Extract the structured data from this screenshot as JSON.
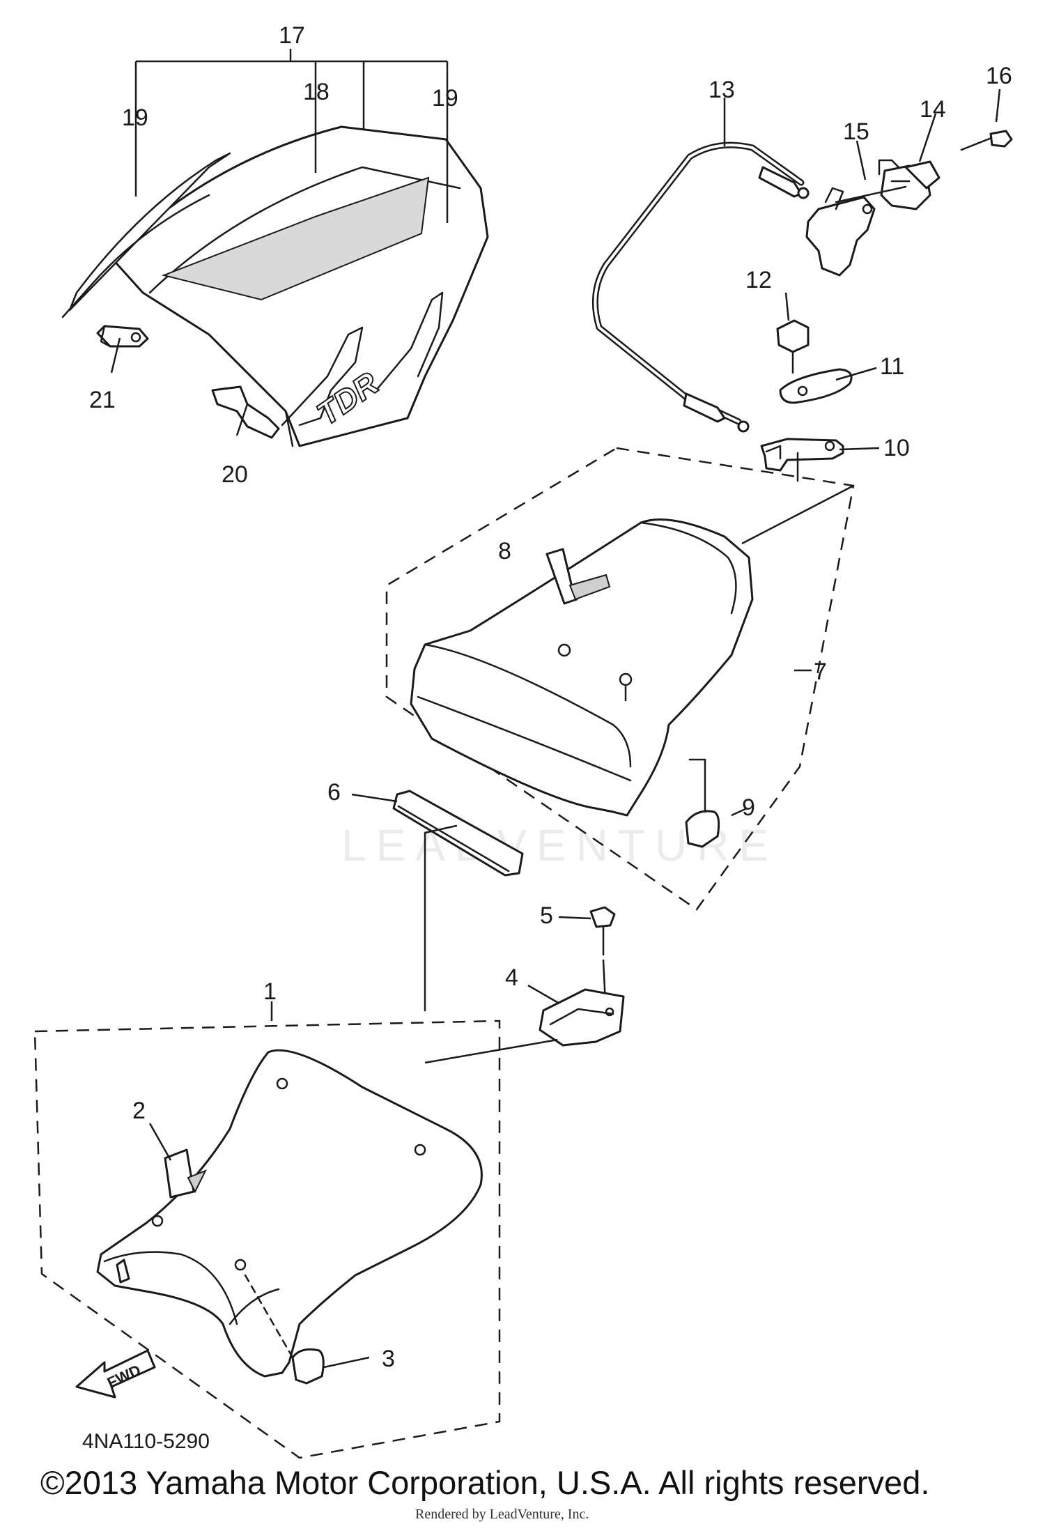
{
  "diagram": {
    "callouts": [
      "1",
      "2",
      "3",
      "4",
      "5",
      "6",
      "7",
      "8",
      "9",
      "10",
      "11",
      "12",
      "13",
      "14",
      "15",
      "16",
      "17",
      "18",
      "19",
      "19",
      "20",
      "21"
    ],
    "fwd_arrow_text": "FWD",
    "cowl_decal_text": "TDR",
    "watermark_text": "LEADVENTURE",
    "reference_code": "4NA110-5290"
  },
  "footer": {
    "copyright": "©2013 Yamaha Motor Corporation, U.S.A. All rights reserved.",
    "rendered_by": "Rendered by LeadVenture, Inc."
  }
}
